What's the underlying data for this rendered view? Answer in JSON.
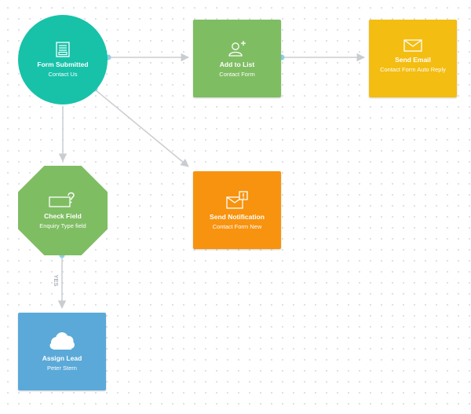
{
  "colors": {
    "teal": "#17c2a9",
    "green": "#7fbd63",
    "yellow": "#f3bd12",
    "orange": "#f7930f",
    "blue": "#5ba9d8",
    "connector": "#c9cdd1",
    "port": "#8fd0e2"
  },
  "nodes": {
    "form_submitted": {
      "title": "Form Submitted",
      "subtitle": "Contact Us",
      "icon": "form-icon"
    },
    "add_to_list": {
      "title": "Add to List",
      "subtitle": "Contact Form",
      "icon": "add-user-icon"
    },
    "send_email": {
      "title": "Send Email",
      "subtitle": "Contact Form Auto Reply",
      "icon": "envelope-icon"
    },
    "send_notification": {
      "title": "Send Notification",
      "subtitle": "Contact Form New",
      "icon": "notification-envelope-icon"
    },
    "check_field": {
      "title": "Check Field",
      "subtitle": "Enquiry Type field",
      "icon": "question-field-icon"
    },
    "assign_lead": {
      "title": "Assign Lead",
      "subtitle": "Peter Stern",
      "icon": "cloud-icon"
    }
  },
  "edges": [
    {
      "from": "form_submitted",
      "to": "add_to_list"
    },
    {
      "from": "add_to_list",
      "to": "send_email"
    },
    {
      "from": "form_submitted",
      "to": "send_notification"
    },
    {
      "from": "form_submitted",
      "to": "check_field"
    },
    {
      "from": "check_field",
      "to": "assign_lead",
      "label": "YES"
    }
  ]
}
